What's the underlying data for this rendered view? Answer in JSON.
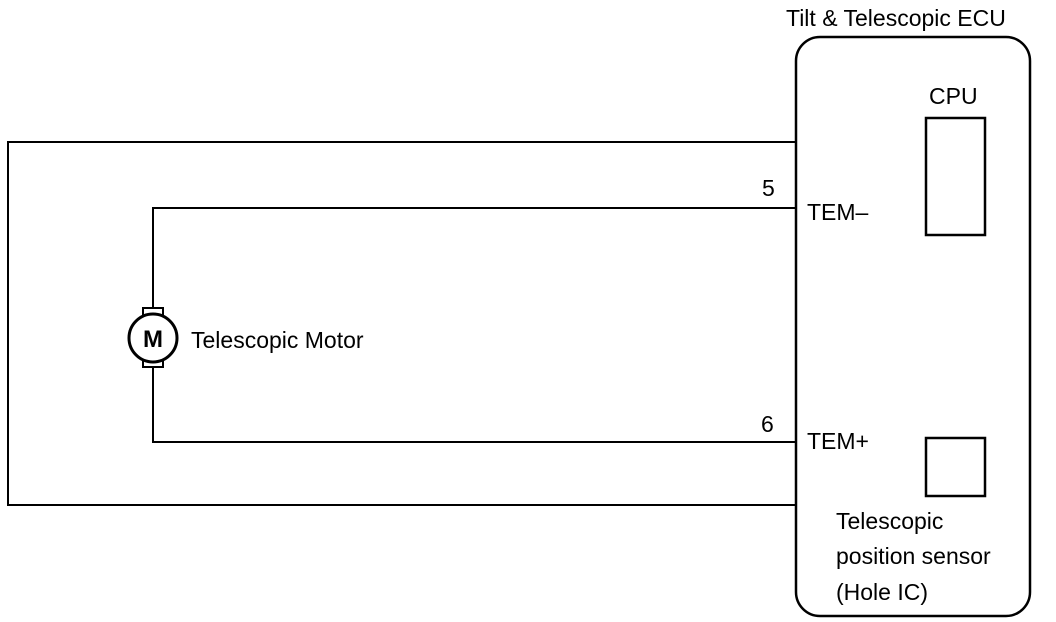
{
  "ecu": {
    "title": "Tilt & Telescopic ECU",
    "cpu_label": "CPU",
    "terminals": [
      {
        "pin": "5",
        "name": "TEM–"
      },
      {
        "pin": "6",
        "name": "TEM+"
      }
    ],
    "sensor_label_lines": [
      "Telescopic",
      "position sensor",
      "(Hole IC)"
    ]
  },
  "motor": {
    "symbol": "M",
    "label": "Telescopic Motor"
  }
}
